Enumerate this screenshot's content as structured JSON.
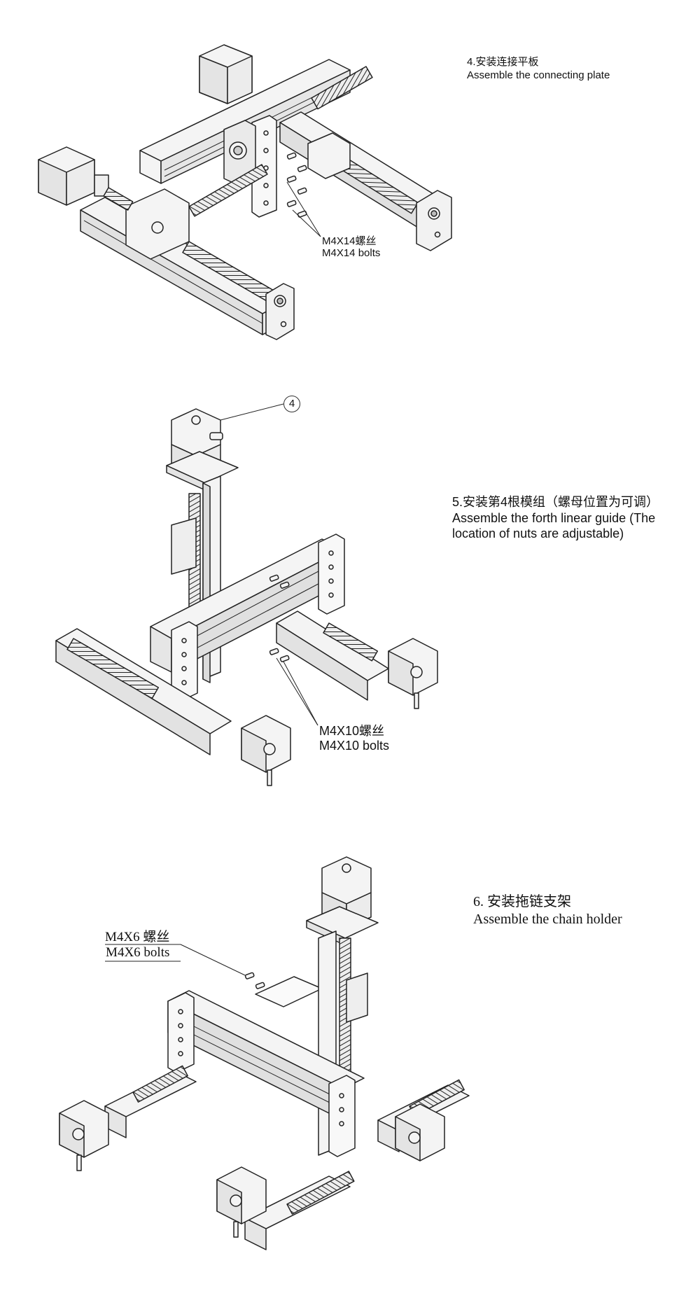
{
  "steps": [
    {
      "title": "4.安装连接平板",
      "subtitle": "Assemble the connecting plate",
      "callout": {
        "zh": "M4X14螺丝",
        "en": "M4X14 bolts"
      }
    },
    {
      "title": "5.安装第4根模组（螺母位置为可调）",
      "subtitle_1": "Assemble the forth linear guide (The",
      "subtitle_2": "location of nuts are adjustable)",
      "balloon": "4",
      "callout": {
        "zh": "M4X10螺丝",
        "en": "M4X10 bolts"
      }
    },
    {
      "title": "6. 安装拖链支架",
      "subtitle": "Assemble the chain holder",
      "callout": {
        "zh": "M4X6 螺丝",
        "en": "M4X6 bolts"
      }
    }
  ],
  "colors": {
    "line": "#222222",
    "fill": "#f4f4f4",
    "shade": "#d9d9d9"
  }
}
